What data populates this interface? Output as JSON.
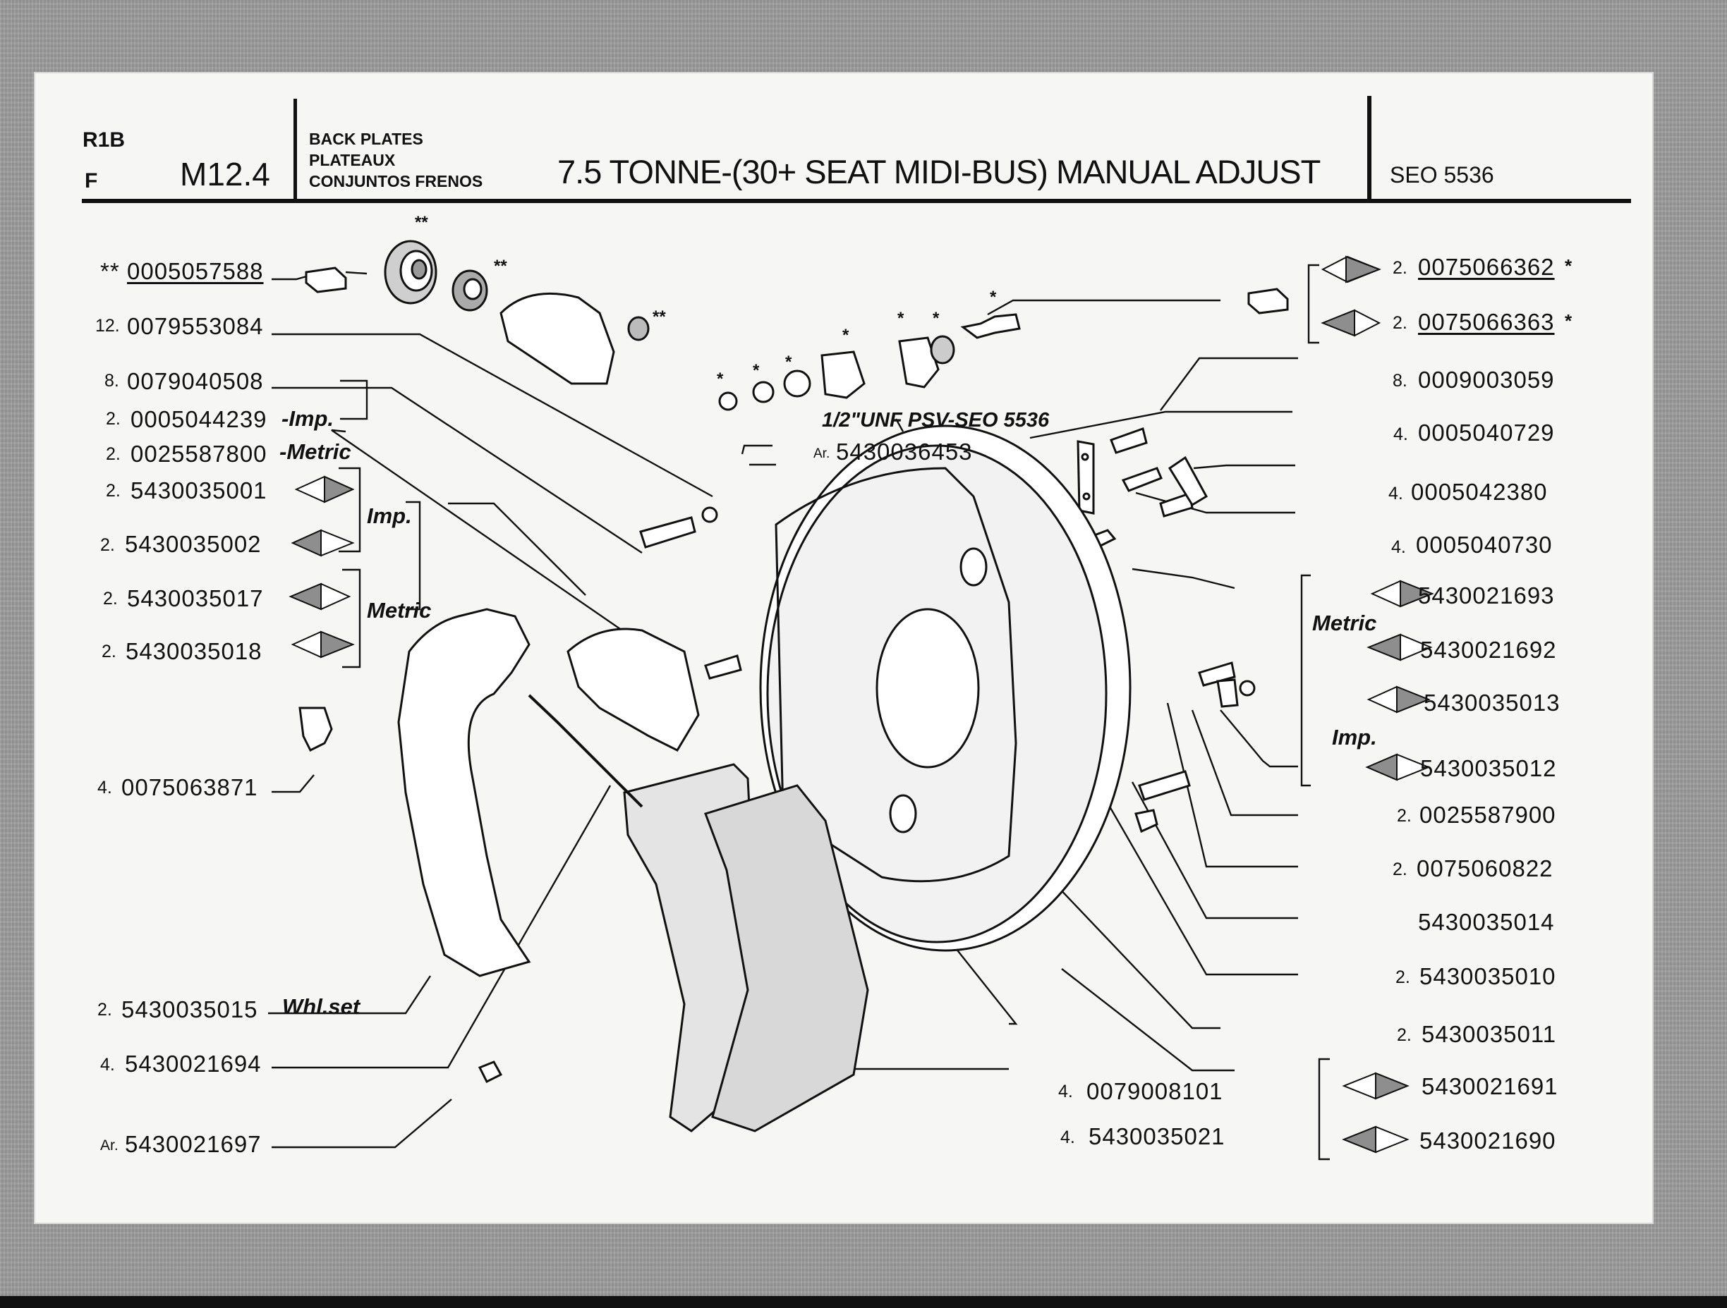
{
  "header": {
    "code_r1b": "R1B",
    "code_f": "F",
    "page": "M12.4",
    "section_en": "BACK PLATES",
    "section_fr": "PLATEAUX",
    "section_es": "CONJUNTOS FRENOS",
    "title": "7.5 TONNE-(30+ SEAT MIDI-BUS) MANUAL ADJUST",
    "model": "SEO 5536"
  },
  "left_parts": [
    {
      "qty": "",
      "prefix": "**",
      "part": "0005057588",
      "note": ""
    },
    {
      "qty": "12.",
      "prefix": "",
      "part": "0079553084",
      "note": ""
    },
    {
      "qty": "8.",
      "prefix": "",
      "part": "0079040508",
      "note": ""
    },
    {
      "qty": "2.",
      "prefix": "",
      "part": "0005044239",
      "note": "-Imp."
    },
    {
      "qty": "2.",
      "prefix": "",
      "part": "0025587800",
      "note": "-Metric"
    },
    {
      "qty": "2.",
      "prefix": "",
      "part": "5430035001",
      "note": ""
    },
    {
      "qty": "2.",
      "prefix": "",
      "part": "5430035002",
      "note": ""
    },
    {
      "qty": "2.",
      "prefix": "",
      "part": "5430035017",
      "note": ""
    },
    {
      "qty": "2.",
      "prefix": "",
      "part": "5430035018",
      "note": ""
    },
    {
      "qty": "4.",
      "prefix": "",
      "part": "0075063871",
      "note": ""
    },
    {
      "qty": "2.",
      "prefix": "",
      "part": "5430035015",
      "note": "Whl.set"
    },
    {
      "qty": "4.",
      "prefix": "",
      "part": "5430021694",
      "note": ""
    },
    {
      "qty": "Ar.",
      "prefix": "",
      "part": "5430021697",
      "note": ""
    }
  ],
  "left_group_labels": {
    "imp": "Imp.",
    "metric": "Metric"
  },
  "center": {
    "thread_note": "1/2\"UNF PSV-SEO 5536",
    "ar_qty": "Ar.",
    "ar_part": "5430036453",
    "stars_double": "**",
    "star_single": "*"
  },
  "right_parts": [
    {
      "qty": "2.",
      "part": "0075066362",
      "suffix": "*"
    },
    {
      "qty": "2.",
      "part": "0075066363",
      "suffix": "*"
    },
    {
      "qty": "8.",
      "part": "0009003059",
      "suffix": ""
    },
    {
      "qty": "4.",
      "part": "0005040729",
      "suffix": ""
    },
    {
      "qty": "4.",
      "part": "0005042380",
      "suffix": ""
    },
    {
      "qty": "4.",
      "part": "0005040730",
      "suffix": ""
    },
    {
      "qty": "",
      "part": "5430021693",
      "suffix": ""
    },
    {
      "qty": "",
      "part": "5430021692",
      "suffix": ""
    },
    {
      "qty": "",
      "part": "5430035013",
      "suffix": ""
    },
    {
      "qty": "",
      "part": "5430035012",
      "suffix": ""
    },
    {
      "qty": "2.",
      "part": "0025587900",
      "suffix": ""
    },
    {
      "qty": "2.",
      "part": "0075060822",
      "suffix": ""
    },
    {
      "qty": "",
      "part": "5430035014",
      "suffix": ""
    },
    {
      "qty": "2.",
      "part": "5430035010",
      "suffix": ""
    },
    {
      "qty": "2.",
      "part": "5430035011",
      "suffix": ""
    },
    {
      "qty": "",
      "part": "5430021691",
      "suffix": ""
    },
    {
      "qty": "",
      "part": "5430021690",
      "suffix": ""
    }
  ],
  "right_group_labels": {
    "metric": "Metric",
    "imp": "Imp."
  },
  "bottom_center": [
    {
      "qty": "4.",
      "part": "0079008101"
    },
    {
      "qty": "4.",
      "part": "5430035021"
    }
  ]
}
